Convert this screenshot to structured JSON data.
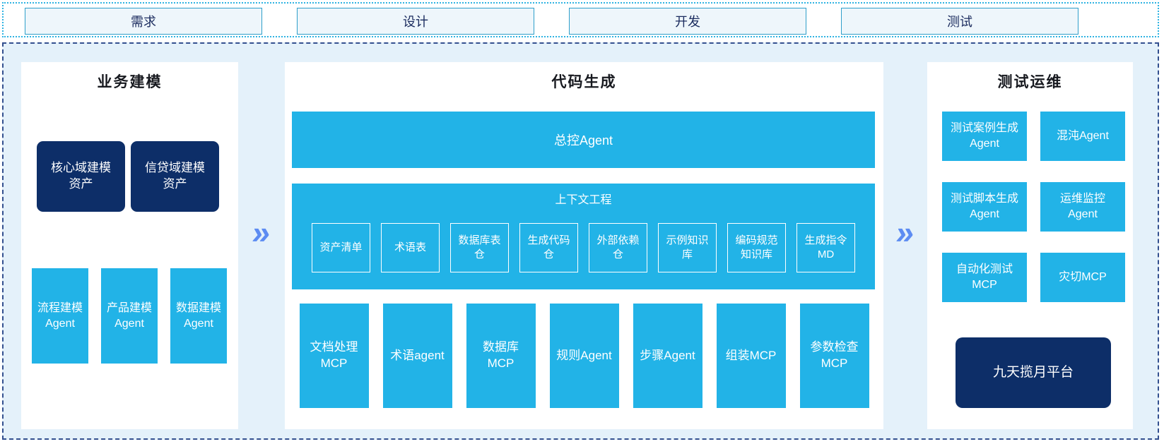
{
  "colors": {
    "cyan": "#22b3e7",
    "navy": "#0d2e68",
    "arrow_blue": "#5d8cf2",
    "region_bg": "#e4f1fa",
    "region_border": "#33508f",
    "strip_border": "#2fb3e2",
    "phase_box_bg": "#eef6fb",
    "phase_box_border": "#2f9fca",
    "phase_text": "#1a2b5e"
  },
  "icons": {
    "flow_arrow": "»"
  },
  "phases": [
    {
      "label": "需求"
    },
    {
      "label": "设计"
    },
    {
      "label": "开发"
    },
    {
      "label": "测试"
    }
  ],
  "panels": {
    "business_modeling": {
      "title": "业务建模",
      "asset_boxes": [
        "核心域建模资产",
        "信贷域建模资产"
      ],
      "agent_boxes": [
        "流程建模Agent",
        "产品建模Agent",
        "数据建模Agent"
      ]
    },
    "code_generation": {
      "title": "代码生成",
      "master_agent": "总控Agent",
      "context_engineering": {
        "title": "上下文工程",
        "items": [
          "资产清单",
          "术语表",
          "数据库表仓",
          "生成代码仓",
          "外部依赖仓",
          "示例知识库",
          "编码规范知识库",
          "生成指令MD"
        ]
      },
      "worker_boxes": [
        "文档处理MCP",
        "术语agent",
        "数据库MCP",
        "规则Agent",
        "步骤Agent",
        "组装MCP",
        "参数检查MCP"
      ]
    },
    "test_ops": {
      "title": "测试运维",
      "agent_boxes": [
        "测试案例生成Agent",
        "混沌Agent",
        "测试脚本生成Agent",
        "运维监控Agent",
        "自动化测试MCP",
        "灾切MCP"
      ],
      "platform": "九天揽月平台"
    }
  }
}
